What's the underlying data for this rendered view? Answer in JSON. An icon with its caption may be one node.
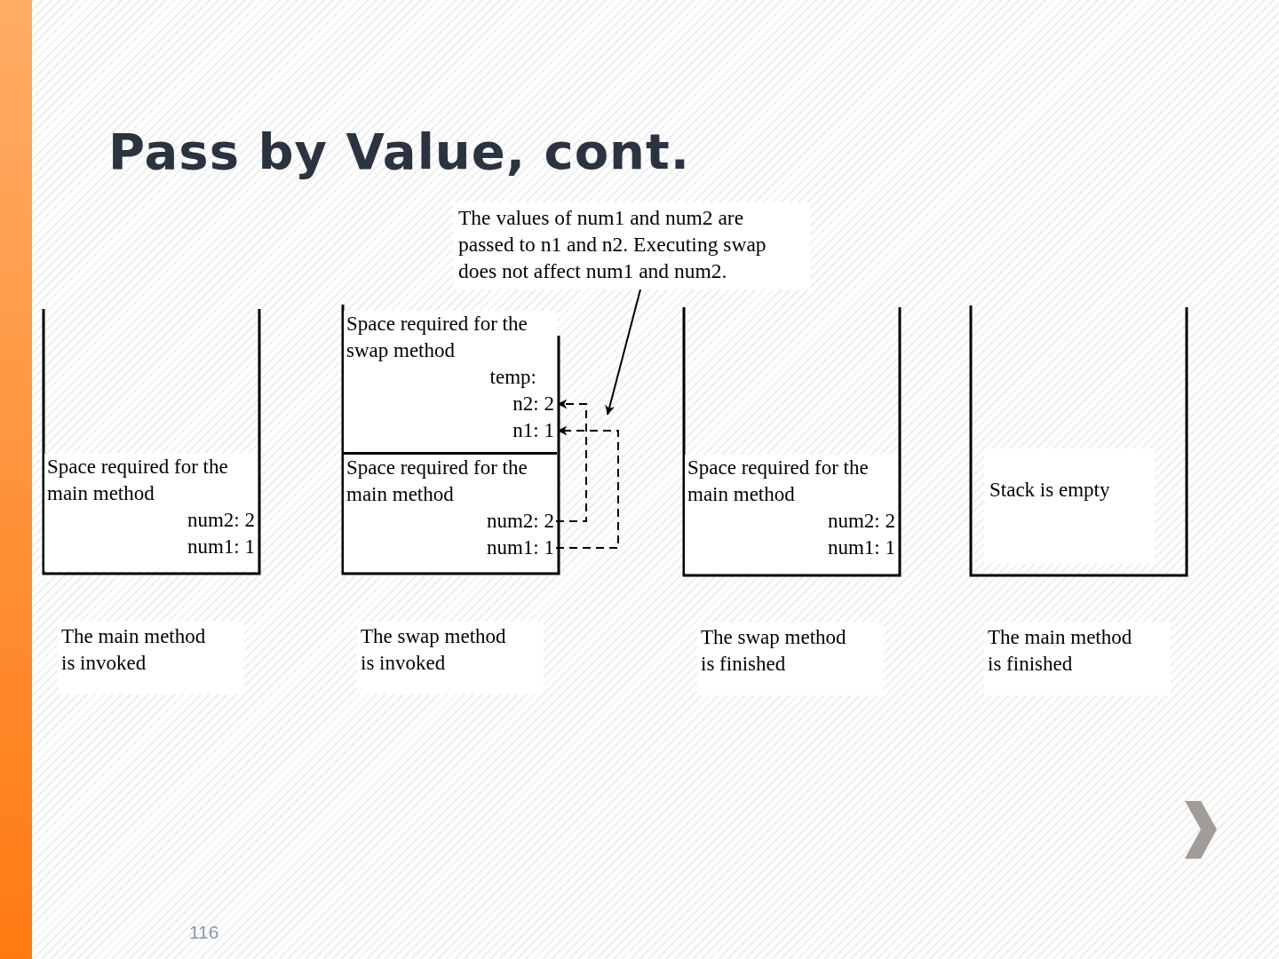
{
  "diagram": {
    "title": "Pass by Value, cont.",
    "nodes": [
      {
        "text": [
          "The values of num1 and num2 are passed to n1 and n2. Executing swap does not affect num1 and num2."
        ]
      },
      {
        "text": [
          "Space required for the main method"
        ]
      },
      {
        "text": [
          "num2: 2"
        ],
        "in": 1
      },
      {
        "text": [
          "num1: 1"
        ],
        "in": 1
      },
      {
        "text": [
          "Space required for the swap method"
        ]
      },
      {
        "text": [
          "temp:"
        ],
        "in": 4
      },
      {
        "text": [
          "n2: 2"
        ],
        "in": 4
      },
      {
        "text": [
          "n1: 1"
        ],
        "in": 4
      },
      {
        "text": [
          "Space required for the main method"
        ]
      },
      {
        "text": [
          "num2: 2"
        ],
        "in": 8
      },
      {
        "text": [
          "num1: 1"
        ],
        "in": 8
      },
      {
        "text": [
          "Space required for the main method"
        ]
      },
      {
        "text": [
          "num2: 2"
        ],
        "in": 11
      },
      {
        "text": [
          "num1: 1"
        ],
        "in": 11
      },
      {
        "text": [
          "Stack is empty"
        ]
      }
    ],
    "edges": [
      {
        "from": 9,
        "to": 6,
        "arrow": "to",
        "style": "dashed"
      },
      {
        "from": 10,
        "to": 7,
        "arrow": "to",
        "style": "dashed"
      },
      {
        "from": 0,
        "to": null,
        "arrow": "to"
      }
    ],
    "labels": [
      "The main method is invoked",
      "The swap method is invoked",
      "The swap method is finished",
      "The main method is finished",
      "116"
    ]
  }
}
